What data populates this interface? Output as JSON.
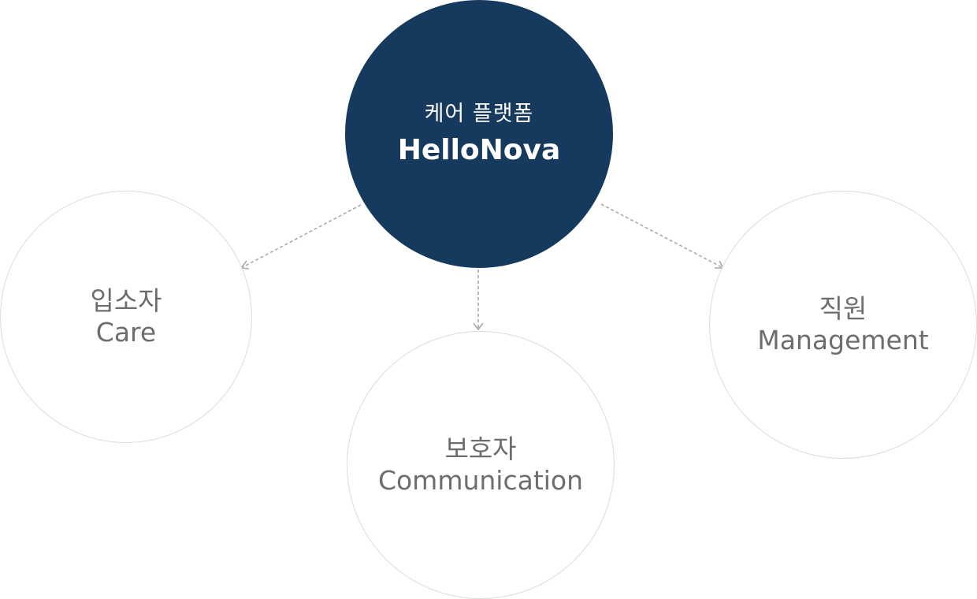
{
  "hub": {
    "line1": "케어 플랫폼",
    "line2": "HelloNova"
  },
  "nodes": {
    "care": {
      "line1": "입소자",
      "line2": "Care"
    },
    "communication": {
      "line1": "보호자",
      "line2": "Communication"
    },
    "management": {
      "line1": "직원",
      "line2": "Management"
    }
  },
  "colors": {
    "hub_fill": "#163a5e",
    "hub_text": "#ffffff",
    "node_border": "#dcdcdc",
    "node_text": "#6d6d6d",
    "connector": "#a9a9a9"
  }
}
